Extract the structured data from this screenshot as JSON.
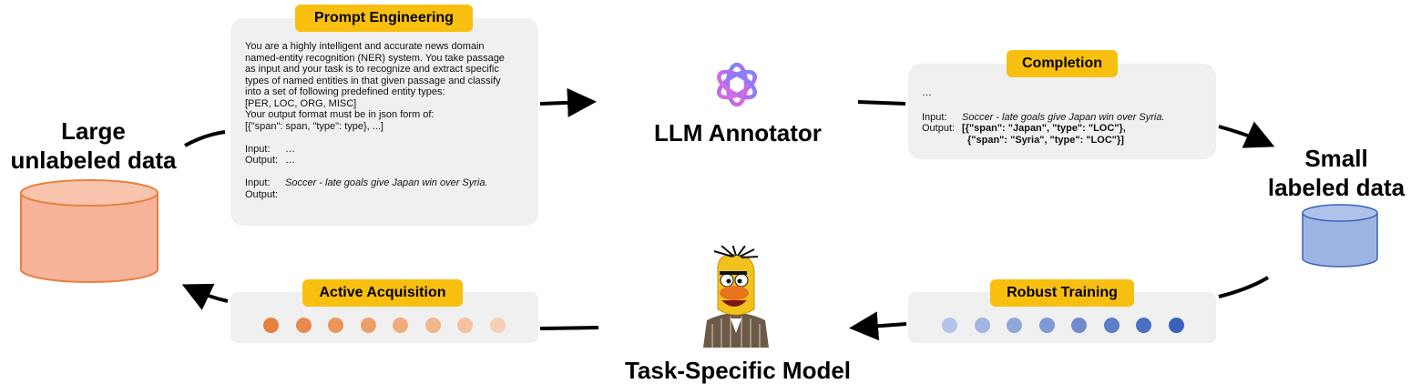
{
  "labels": {
    "large_line1": "Large",
    "large_line2": "unlabeled data",
    "llm": "LLM Annotator",
    "small_line1": "Small",
    "small_line2": "labeled data",
    "task_model": "Task-Specific Model"
  },
  "prompt": {
    "tag": "Prompt Engineering",
    "lines": [
      "You are a highly intelligent and accurate news domain",
      "named-entity recognition (NER) system. You take passage",
      "as input and your task is to recognize and extract specific",
      "types of named entities in that given passage and classify",
      "into a set of following predefined entity types:",
      "[PER, LOC, ORG, MISC]",
      "Your output format must be in json form of:",
      "[{\"span\": span, \"type\": type}, ...]"
    ],
    "ex1_input_key": "Input:",
    "ex1_input_val": "…",
    "ex1_output_key": "Output:",
    "ex1_output_val": "…",
    "ex2_input_key": "Input:",
    "ex2_input_val": "Soccer - late goals give Japan win over Syria.",
    "ex2_output_key": "Output:"
  },
  "completion": {
    "tag": "Completion",
    "ellipsis": "…",
    "input_key": "Input:",
    "input_val": "Soccer - late goals give Japan win over Syria.",
    "output_key": "Output:",
    "output_line1": "[{\"span\": \"Japan\", \"type\": \"LOC\"},",
    "output_line2": "{\"span\": \"Syria\", \"type\": \"LOC\"}]"
  },
  "active": {
    "tag": "Active Acquisition",
    "dot_colors": [
      "#e8803f",
      "#ea8a4c",
      "#ec955a",
      "#ee9f69",
      "#f0ab7c",
      "#f2b68d",
      "#f4c2a1",
      "#f6cfb6"
    ]
  },
  "robust": {
    "tag": "Robust Training",
    "dot_colors": [
      "#b3c3e6",
      "#a2b5e0",
      "#90a7da",
      "#7f99d4",
      "#6e8bce",
      "#5c7dc8",
      "#4b6fc2",
      "#3a62bd"
    ]
  },
  "colors": {
    "tag_yellow": "#f9bf0f",
    "panel_gray": "#f0f0f0",
    "orange_cylinder": "#f7b39a",
    "blue_cylinder": "#9db4e3"
  }
}
